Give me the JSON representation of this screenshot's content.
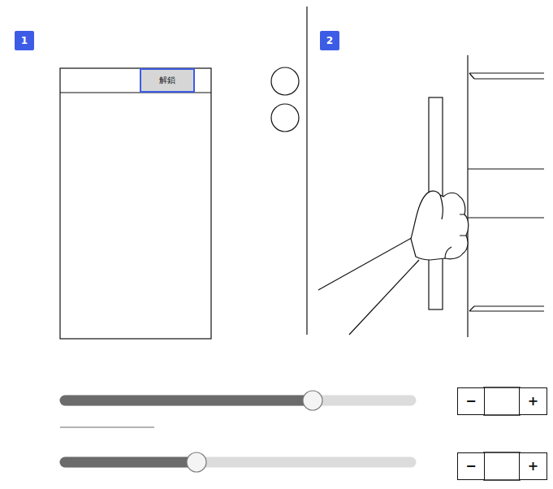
{
  "diagram": {
    "nodes": [
      {
        "text": [
          "1"
        ]
      },
      {
        "text": [
          "解鎖"
        ]
      },
      {
        "text": [
          "2"
        ]
      },
      {
        "text": [
          "−"
        ]
      },
      {
        "text": [
          "+"
        ]
      },
      {
        "text": [
          "−"
        ]
      },
      {
        "text": [
          "+"
        ]
      }
    ]
  }
}
